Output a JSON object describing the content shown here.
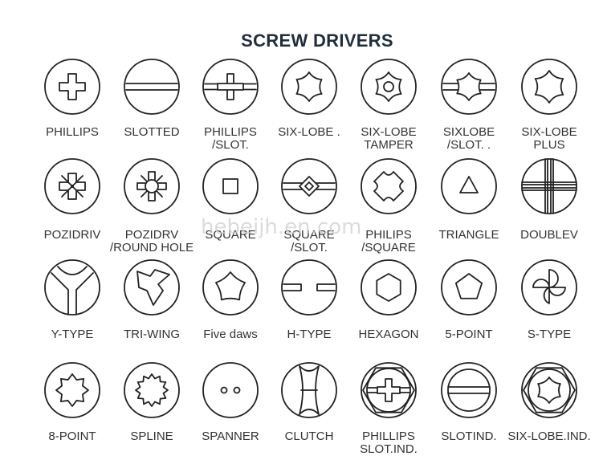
{
  "title": "SCREW DRIVERS",
  "watermark": "hebeijh.en.com",
  "rows": [
    [
      {
        "label": "PHILLIPS",
        "icon": "phillips-icon"
      },
      {
        "label": "SLOTTED",
        "icon": "slotted-icon"
      },
      {
        "label": "PHILLIPS\n/SLOT.",
        "icon": "phillips-slot-icon"
      },
      {
        "label": "SIX-LOBE .",
        "icon": "six-lobe-icon"
      },
      {
        "label": "SIX-LOBE\nTAMPER",
        "icon": "six-lobe-tamper-icon"
      },
      {
        "label": "SIXLOBE\n/SLOT. .",
        "icon": "sixlobe-slot-icon"
      },
      {
        "label": "SIX-LOBE\nPLUS",
        "icon": "six-lobe-plus-icon"
      }
    ],
    [
      {
        "label": "POZIDRIV",
        "icon": "pozidriv-icon"
      },
      {
        "label": "POZIDRV\n/ROUND HOLE",
        "icon": "pozidrv-round-hole-icon"
      },
      {
        "label": "SQUARE",
        "icon": "square-icon"
      },
      {
        "label": "SQUARE\n/SLOT.",
        "icon": "square-slot-icon"
      },
      {
        "label": "PHILIPS\n/SQUARE",
        "icon": "philips-square-icon"
      },
      {
        "label": "TRIANGLE",
        "icon": "triangle-icon"
      },
      {
        "label": "DOUBLEV",
        "icon": "doublev-icon"
      }
    ],
    [
      {
        "label": "Y-TYPE",
        "icon": "y-type-icon"
      },
      {
        "label": "TRI-WING",
        "icon": "tri-wing-icon"
      },
      {
        "label": "Five daws",
        "icon": "five-daws-icon"
      },
      {
        "label": "H-TYPE",
        "icon": "h-type-icon"
      },
      {
        "label": "HEXAGON",
        "icon": "hexagon-icon"
      },
      {
        "label": "5-POINT",
        "icon": "five-point-icon"
      },
      {
        "label": "S-TYPE",
        "icon": "s-type-icon"
      }
    ],
    [
      {
        "label": "8-POINT",
        "icon": "eight-point-icon"
      },
      {
        "label": "SPLINE",
        "icon": "spline-icon"
      },
      {
        "label": "SPANNER",
        "icon": "spanner-icon"
      },
      {
        "label": "CLUTCH",
        "icon": "clutch-icon"
      },
      {
        "label": "PHILLIPS\nSLOT.IND.",
        "icon": "phillips-slot-ind-icon"
      },
      {
        "label": "SLOTIND.",
        "icon": "slot-ind-icon"
      },
      {
        "label": "SIX-LOBE.IND.",
        "icon": "six-lobe-ind-icon"
      }
    ]
  ]
}
